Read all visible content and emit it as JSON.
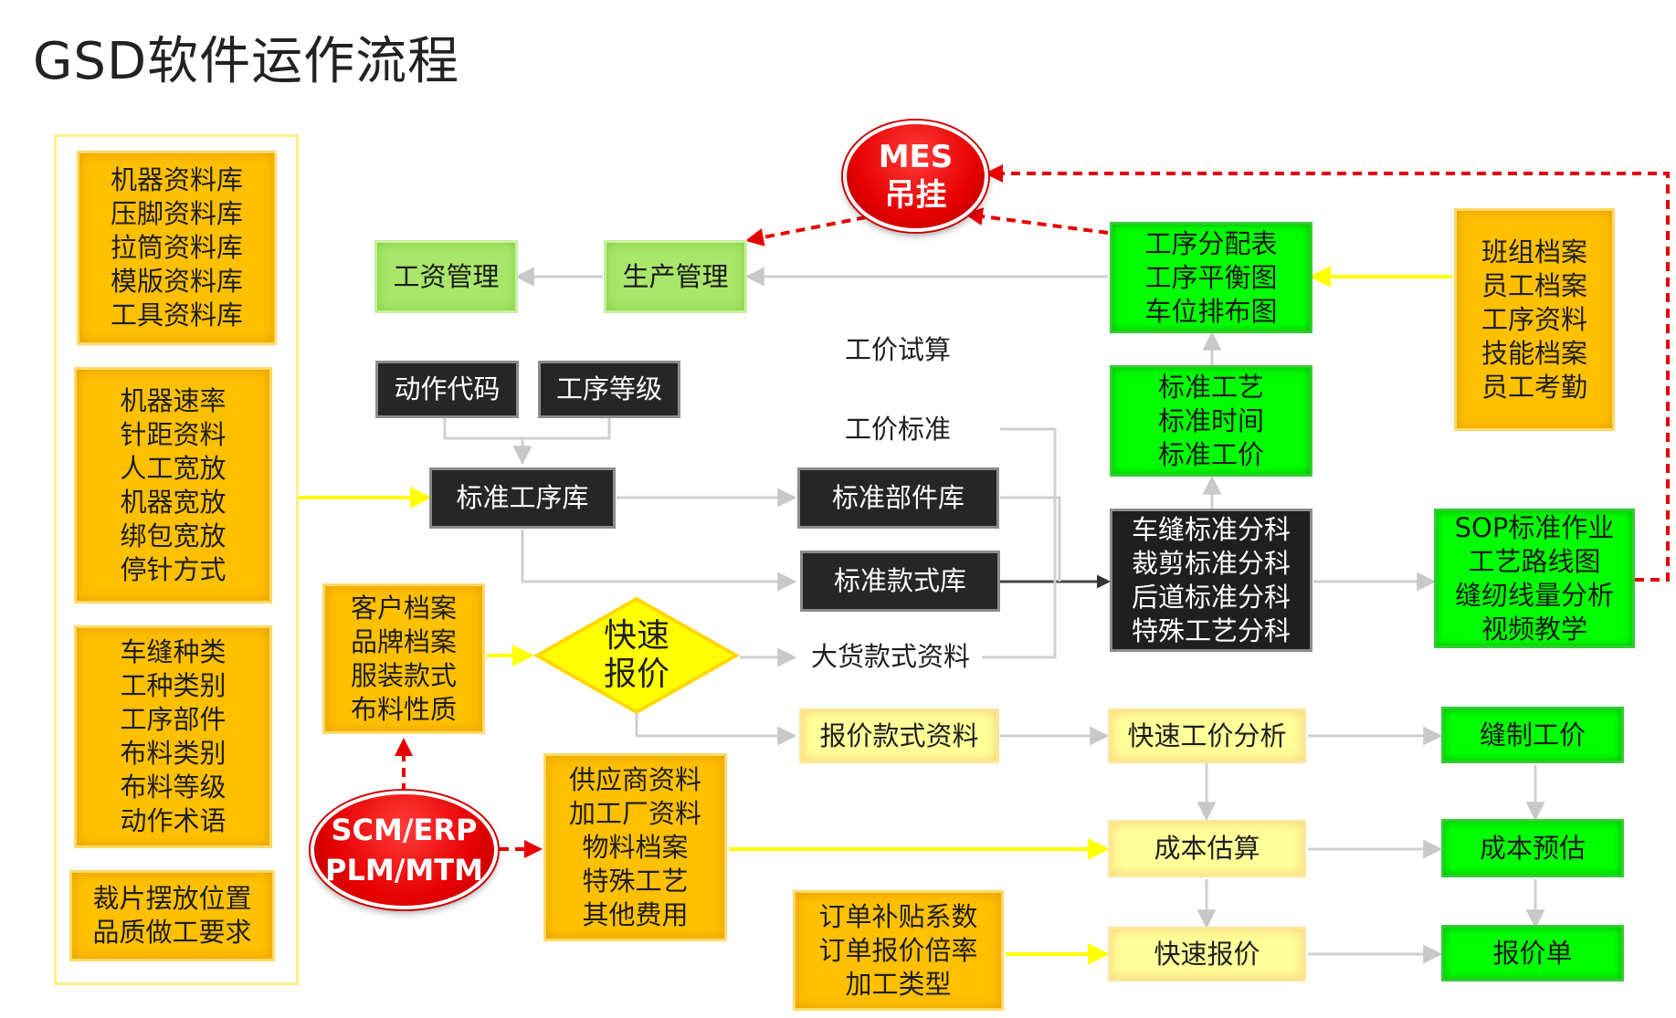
{
  "title": "GSD软件运作流程",
  "left_group": {
    "block1": [
      "机器资料库",
      "压脚资料库",
      "拉筒资料库",
      "模版资料库",
      "工具资料库"
    ],
    "block2": [
      "机器速率",
      "针距资料",
      "人工宽放",
      "机器宽放",
      "绑包宽放",
      "停针方式"
    ],
    "block3": [
      "车缝种类",
      "工种类别",
      "工序部件",
      "布料类别",
      "布料等级",
      "动作术语"
    ],
    "block4": [
      "裁片摆放位置",
      "品质做工要求"
    ]
  },
  "mes": [
    "MES",
    "吊挂"
  ],
  "scm": [
    "SCM/ERP",
    "PLM/MTM"
  ],
  "wage_mgmt": "工资管理",
  "prod_mgmt": "生产管理",
  "action_code": "动作代码",
  "process_grade": "工序等级",
  "std_process_lib": "标准工序库",
  "std_part_lib": "标准部件库",
  "std_style_lib": "标准款式库",
  "wage_trial": "工价试算",
  "wage_std": "工价标准",
  "bulk_style": "大货款式资料",
  "quote_style": "报价款式资料",
  "quick_quote": [
    "快速",
    "报价"
  ],
  "customer": [
    "客户档案",
    "品牌档案",
    "服装款式",
    "布料性质"
  ],
  "supplier": [
    "供应商资料",
    "加工厂资料",
    "物料档案",
    "特殊工艺",
    "其他费用"
  ],
  "order": [
    "订单补贴系数",
    "订单报价倍率",
    "加工类型"
  ],
  "process_assign": [
    "工序分配表",
    "工序平衡图",
    "车位排布图"
  ],
  "std_craft": [
    "标准工艺",
    "标准时间",
    "标准工价"
  ],
  "std_analysis": [
    "车缝标准分科",
    "裁剪标准分科",
    "后道标准分科",
    "特殊工艺分科"
  ],
  "team": [
    "班组档案",
    "员工档案",
    "工序资料",
    "技能档案",
    "员工考勤"
  ],
  "sop": [
    "SOP标准作业",
    "工艺路线图",
    "缝纫线量分析",
    "视频教学"
  ],
  "quick_wage_analysis": "快速工价分析",
  "cost_estimate": "成本估算",
  "quick_quote_box": "快速报价",
  "sewing_wage": "缝制工价",
  "cost_forecast": "成本预估",
  "quote_sheet": "报价单",
  "colors": {
    "yellow": "#ffc000",
    "pale_yellow": "#ffff99",
    "green": "#00ff00",
    "light_green": "#a9e66b",
    "black": "#262626",
    "red": "#e60000",
    "arrow_gray": "#cccccc",
    "arrow_yellow": "#ffff00",
    "arrow_red": "#e60000"
  }
}
